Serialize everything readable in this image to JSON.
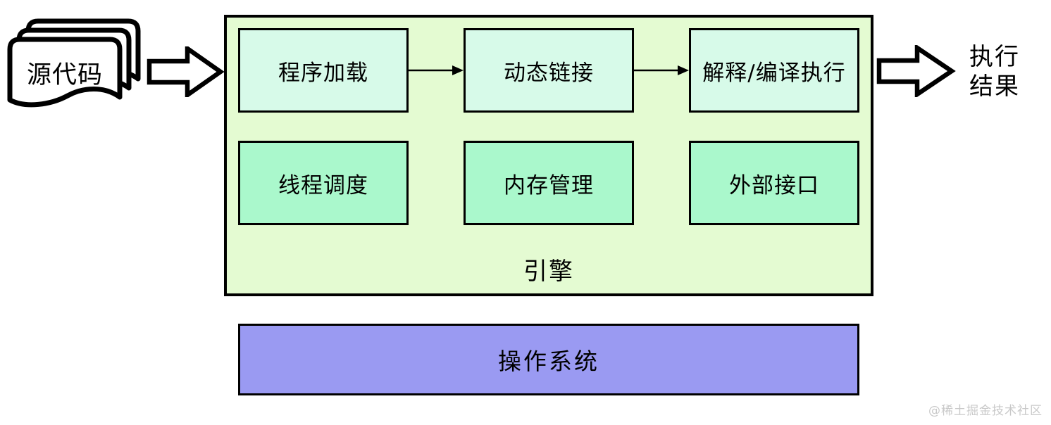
{
  "diagram": {
    "source_label": "源代码",
    "engine": {
      "label": "引擎",
      "pipeline": [
        {
          "label": "程序加载"
        },
        {
          "label": "动态链接"
        },
        {
          "label": "解释/编译执行"
        }
      ],
      "services": [
        {
          "label": "线程调度"
        },
        {
          "label": "内存管理"
        },
        {
          "label": "外部接口"
        }
      ]
    },
    "result_lines": [
      "执行",
      "结果"
    ],
    "os_label": "操作系统",
    "watermark": "@稀土掘金技术社区"
  },
  "icons": {
    "source": "document-stack-icon",
    "input_flow": "right-block-arrow-icon",
    "output_flow": "right-block-arrow-icon",
    "pipeline_links": "thin-right-arrow-icon"
  },
  "colors": {
    "engine_bg": "#e4fbd2",
    "pipeline_box_bg": "#d7fae9",
    "service_box_bg": "#aaf8cc",
    "os_bar_bg": "#9a9af2",
    "stroke": "#000000",
    "watermark": "#c9c9c9",
    "page_bg": "#ffffff"
  }
}
